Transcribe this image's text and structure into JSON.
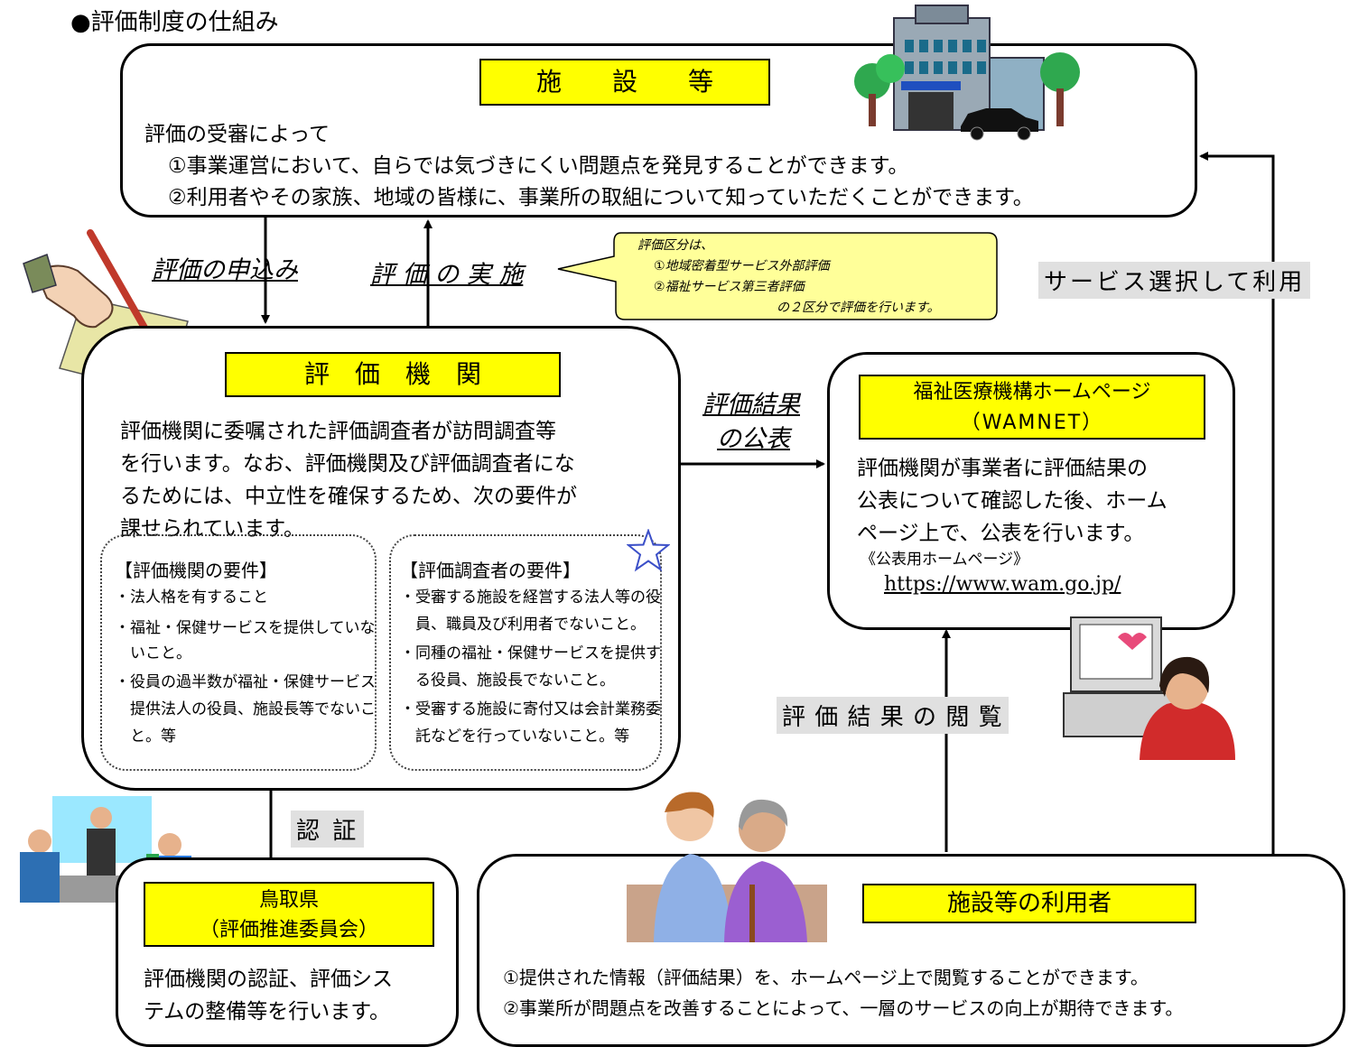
{
  "heading": "●評価制度の仕組み",
  "facility": {
    "title": "施　　設　　等",
    "intro": "評価の受審によって",
    "points": [
      "①事業運営において、自らでは気づきにくい問題点を発見することができます。",
      "②利用者やその家族、地域の皆様に、事業所の取組について知っていただくことができます。"
    ]
  },
  "flows": {
    "apply": "評価の申込み",
    "implement": "評 価 の 実 施",
    "publish_line1": "評価結果",
    "publish_line2": "の公表",
    "service_use": "サービス選択して利用",
    "view_results": "評 価 結 果 の 閲 覧",
    "certify": "認 証"
  },
  "callout": {
    "lines": [
      "評価区分は、",
      "①地域密着型サービス外部評価",
      "②福祉サービス第三者評価",
      "の２区分で評価を行います。"
    ]
  },
  "agency": {
    "title": "評　価　機　関",
    "body": [
      "評価機関に委嘱された評価調査者が訪問調査等",
      "を行います。なお、評価機関及び評価調査者にな",
      "るためには、中立性を確保するため、次の要件が",
      "課せられています。"
    ],
    "agency_req": {
      "title": "【評価機関の要件】",
      "items": [
        "・法人格を有すること",
        "・福祉・保健サービスを提供していな",
        "　いこと。",
        "・役員の過半数が福祉・保健サービス",
        "　提供法人の役員、施設長等でないこ",
        "　と。等"
      ]
    },
    "investigator_req": {
      "title": "【評価調査者の要件】",
      "items": [
        "・受審する施設を経営する法人等の役",
        "　員、職員及び利用者でないこと。",
        "・同種の福祉・保健サービスを提供す",
        "　る役員、施設長でないこと。",
        "・受審する施設に寄付又は会計業務委",
        "　託などを行っていないこと。等"
      ]
    }
  },
  "wamnet": {
    "title_line1": "福祉医療機構ホームページ",
    "title_line2": "（WAMNET）",
    "body": [
      "評価機関が事業者に評価結果の",
      "公表について確認した後、ホーム",
      "ページ上で、公表を行います。"
    ],
    "sub": "《公表用ホームページ》",
    "url": "https://www.wam.go.jp/"
  },
  "tottori": {
    "title_line1": "鳥取県",
    "title_line2": "（評価推進委員会）",
    "body": [
      "評価機関の認証、評価シス",
      "テムの整備等を行います。"
    ]
  },
  "users": {
    "title": "施設等の利用者",
    "points": [
      "①提供された情報（評価結果）を、ホームページ上で閲覧することができます。",
      "②事業所が問題点を改善することによって、一層のサービスの向上が期待できます。"
    ]
  },
  "colors": {
    "highlight": "#ffff00",
    "callout": "#ffff99",
    "label_bg": "#e0e0e0",
    "link": "#000000"
  }
}
